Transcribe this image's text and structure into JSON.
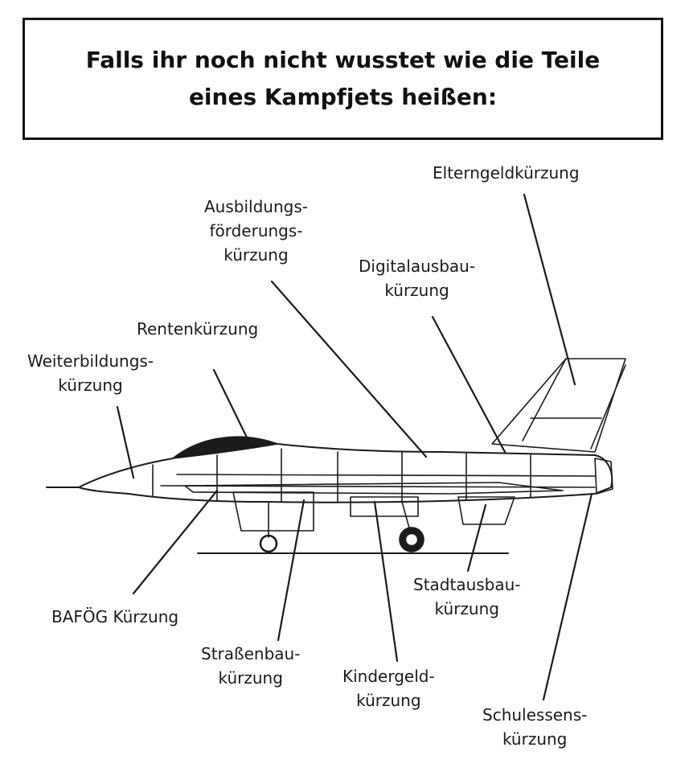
{
  "title": {
    "line1": "Falls ihr noch nicht wusstet wie die Teile",
    "line2": "eines Kampfjets heißen:"
  },
  "labels": {
    "elterngeld": [
      "Elterngeldkürzung"
    ],
    "ausbildung": [
      "Ausbildungs-",
      "förderungs-",
      "kürzung"
    ],
    "digitalausbau": [
      "Digitalausbau-",
      "kürzung"
    ],
    "rente": [
      "Rentenkürzung"
    ],
    "weiterbildung": [
      "Weiterbildungs-",
      "kürzung"
    ],
    "bafoeg": [
      "BAFÖG Kürzung"
    ],
    "strassenbau": [
      "Straßenbau-",
      "kürzung"
    ],
    "kindergeld": [
      "Kindergeld-",
      "kürzung"
    ],
    "stadtausbau": [
      "Stadtausbau-",
      "kürzung"
    ],
    "schulessen": [
      "Schulessens-",
      "kürzung"
    ]
  },
  "colors": {
    "ink": "#1a1a1a",
    "canopy": "#1b1b1b"
  }
}
